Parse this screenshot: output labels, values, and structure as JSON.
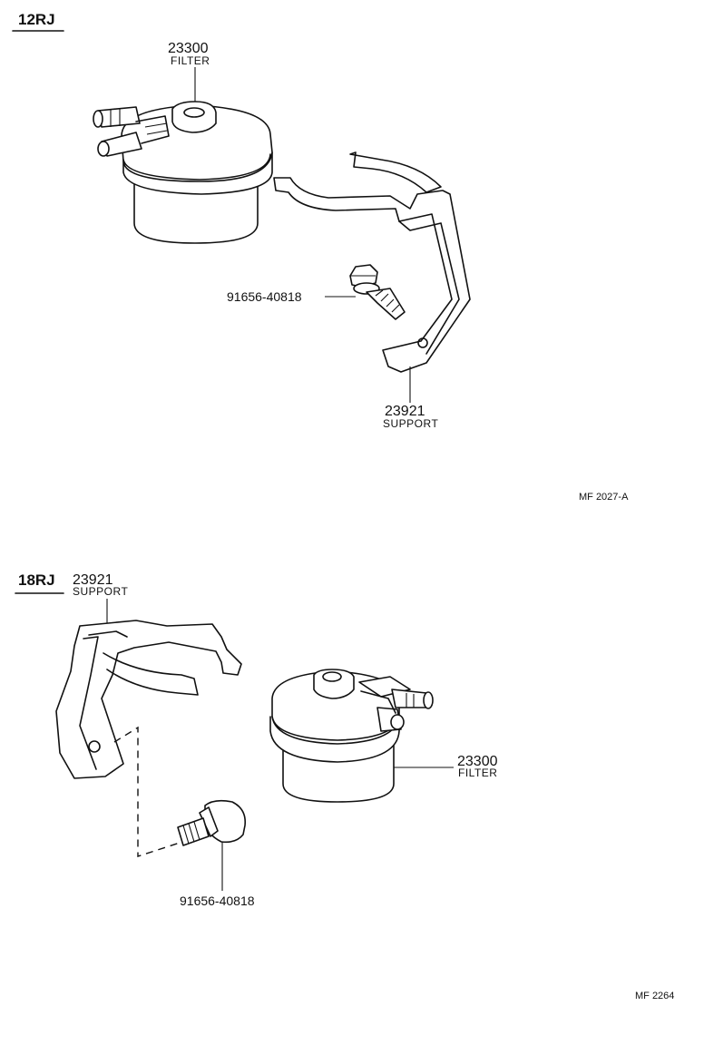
{
  "sections": [
    {
      "engine": "12RJ",
      "filter_part": "23300",
      "filter_name": "FILTER",
      "bolt_part": "91656-40818",
      "support_part": "23921",
      "support_name": "SUPPORT",
      "diagram_code": "MF 2027-A"
    },
    {
      "engine": "18RJ",
      "support_part": "23921",
      "support_name": "SUPPORT",
      "filter_part": "23300",
      "filter_name": "FILTER",
      "bolt_part": "91656-40818",
      "diagram_code": "MF 2264"
    }
  ]
}
